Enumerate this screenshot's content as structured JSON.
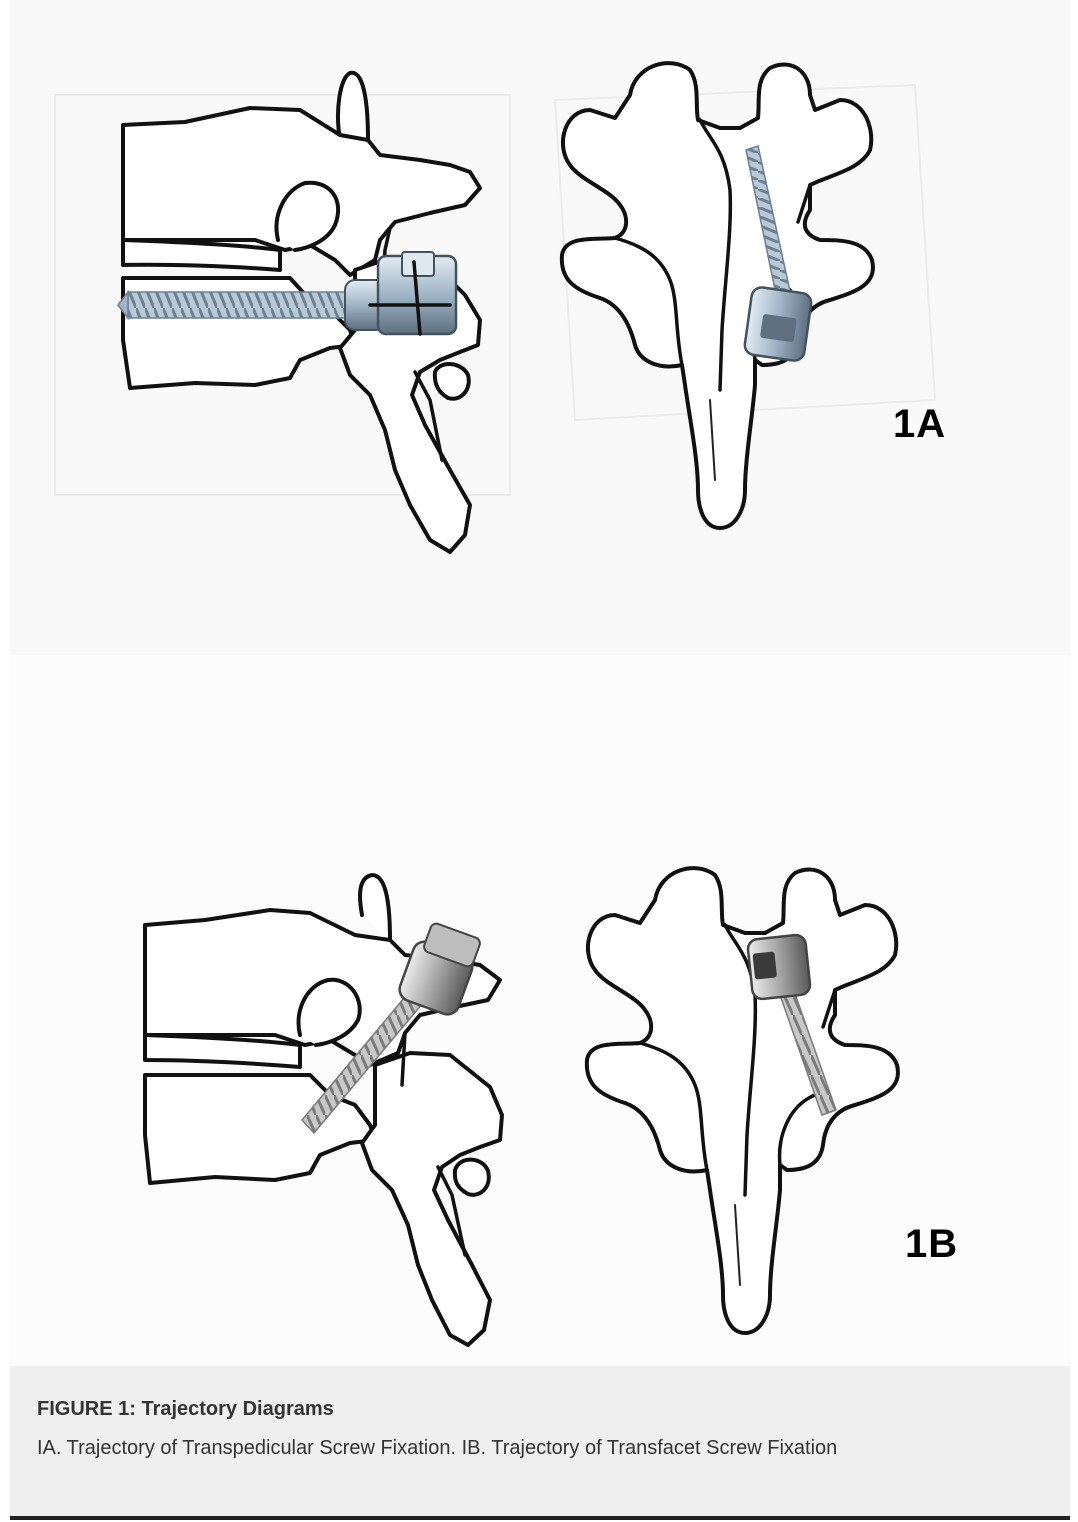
{
  "panels": [
    {
      "label": "1A",
      "trajectory": "transpedicular"
    },
    {
      "label": "1B",
      "trajectory": "transfacet"
    }
  ],
  "caption": {
    "title": "FIGURE 1: Trajectory Diagrams",
    "text": "IA. Trajectory of Transpedicular Screw Fixation. IB. Trajectory of Transfacet Screw Fixation"
  },
  "colors": {
    "screw": "#9fb4c6",
    "screw_dark": "#5e7080",
    "screw_gray": "#8e8e8e",
    "caption_bg": "#efefef",
    "bone_outline": "#111111"
  }
}
